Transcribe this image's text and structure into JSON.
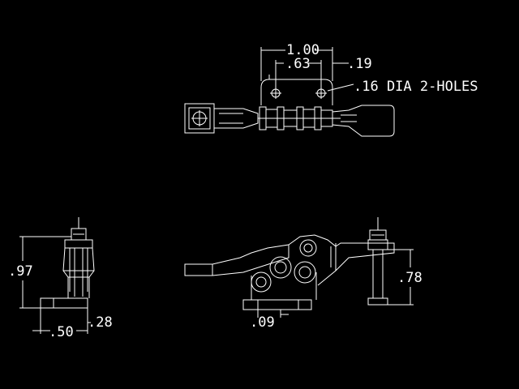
{
  "drawing": {
    "background": "#000000",
    "line_color": "#ffffff",
    "top_view": {
      "dims": {
        "overall": "1.00",
        "hole_spacing": ".63",
        "edge": ".19",
        "hole_note": ".16 DIA 2-HOLES"
      }
    },
    "end_view": {
      "dims": {
        "height": ".97",
        "base_height": ".28",
        "base_width": ".50"
      }
    },
    "side_view": {
      "dims": {
        "offset": ".09",
        "spindle_height": ".78"
      }
    }
  }
}
